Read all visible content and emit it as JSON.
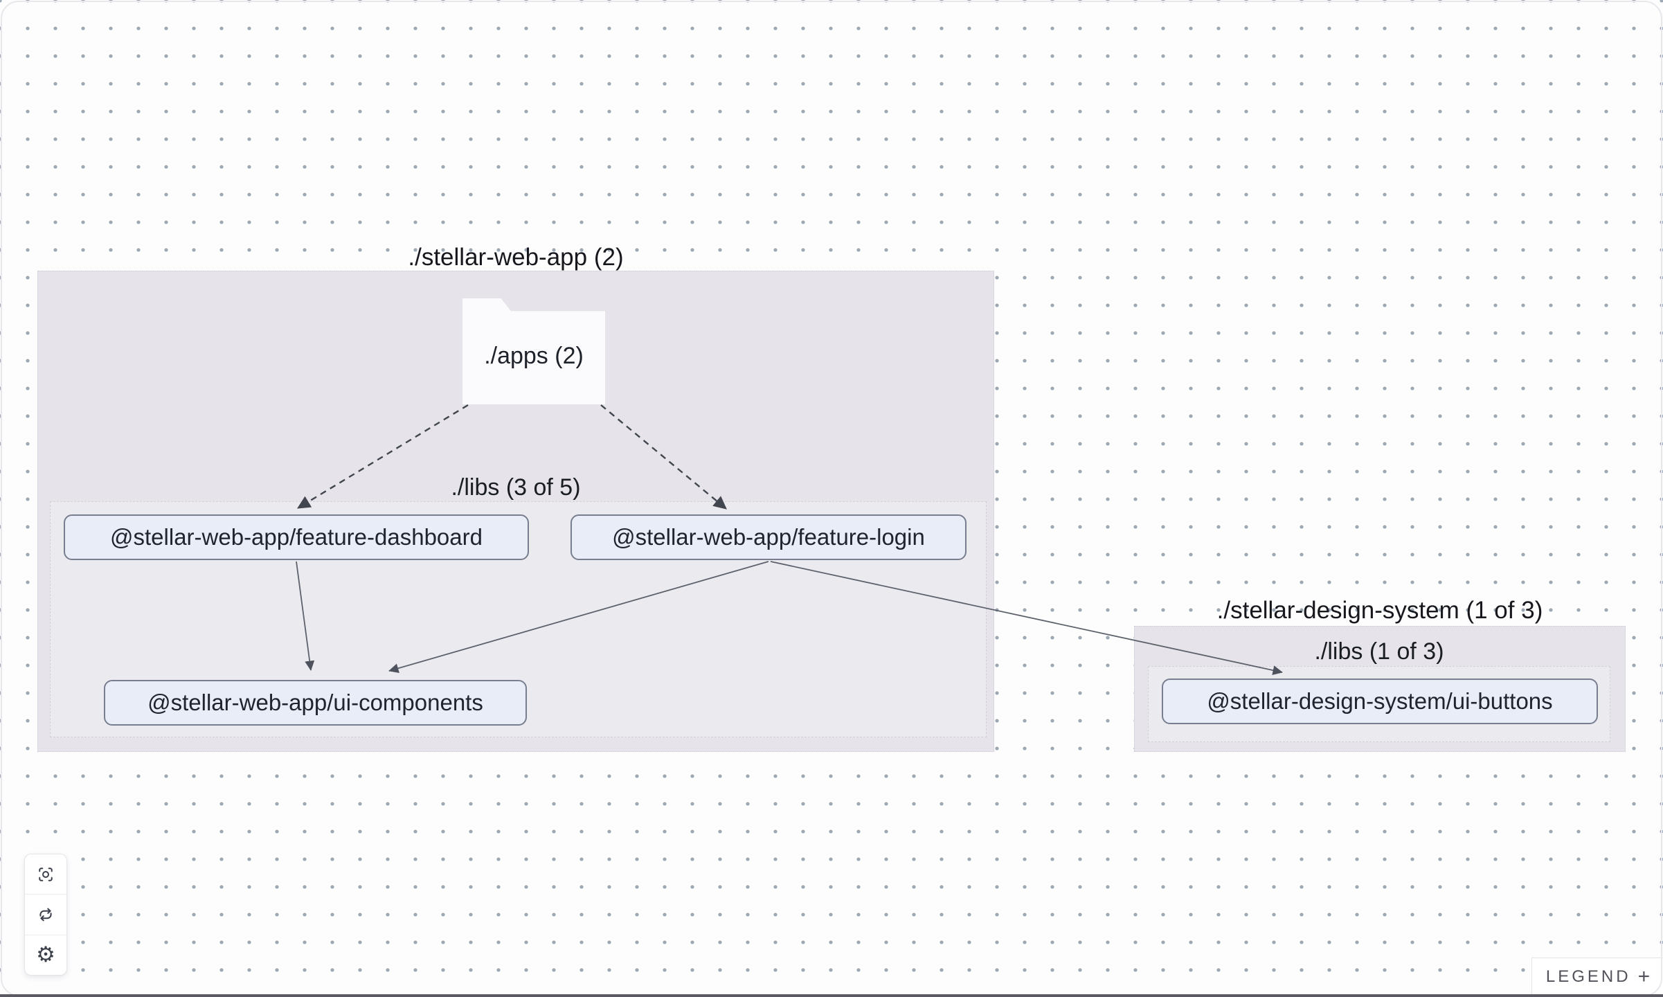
{
  "graph": {
    "groups": [
      {
        "id": "stellar-web-app",
        "label": "./stellar-web-app (2)"
      },
      {
        "id": "stellar-design-system",
        "label": "./stellar-design-system (1 of 3)"
      }
    ],
    "subgroups": [
      {
        "id": "webapp-libs",
        "label": "./libs (3 of 5)"
      },
      {
        "id": "design-libs",
        "label": "./libs (1 of 3)"
      }
    ],
    "folder": {
      "id": "apps",
      "label": "./apps (2)"
    },
    "nodes": [
      {
        "id": "feature-dashboard",
        "label": "@stellar-web-app/feature-dashboard"
      },
      {
        "id": "feature-login",
        "label": "@stellar-web-app/feature-login"
      },
      {
        "id": "ui-components",
        "label": "@stellar-web-app/ui-components"
      },
      {
        "id": "ui-buttons",
        "label": "@stellar-design-system/ui-buttons"
      }
    ],
    "edges": [
      {
        "from": "apps",
        "to": "feature-dashboard",
        "style": "dashed"
      },
      {
        "from": "apps",
        "to": "feature-login",
        "style": "dashed"
      },
      {
        "from": "feature-dashboard",
        "to": "ui-components",
        "style": "solid"
      },
      {
        "from": "feature-login",
        "to": "ui-components",
        "style": "solid"
      },
      {
        "from": "feature-login",
        "to": "ui-buttons",
        "style": "solid"
      }
    ]
  },
  "controls": {
    "focus": "focus-icon",
    "refresh": "refresh-icon",
    "settings": "gear-icon",
    "gear_glyph": "⚙"
  },
  "legend": {
    "label": "LEGEND",
    "plus": "+"
  },
  "colors": {
    "canvas_bg": "#fdfdfe",
    "dot": "#9da8b6",
    "group_fill": "#e6e4ea",
    "node_fill": "#e9edf7",
    "node_border": "#767e8f",
    "edge_dashed": "#41454f",
    "edge_solid": "#5c616c",
    "legend_text": "#52525b"
  }
}
